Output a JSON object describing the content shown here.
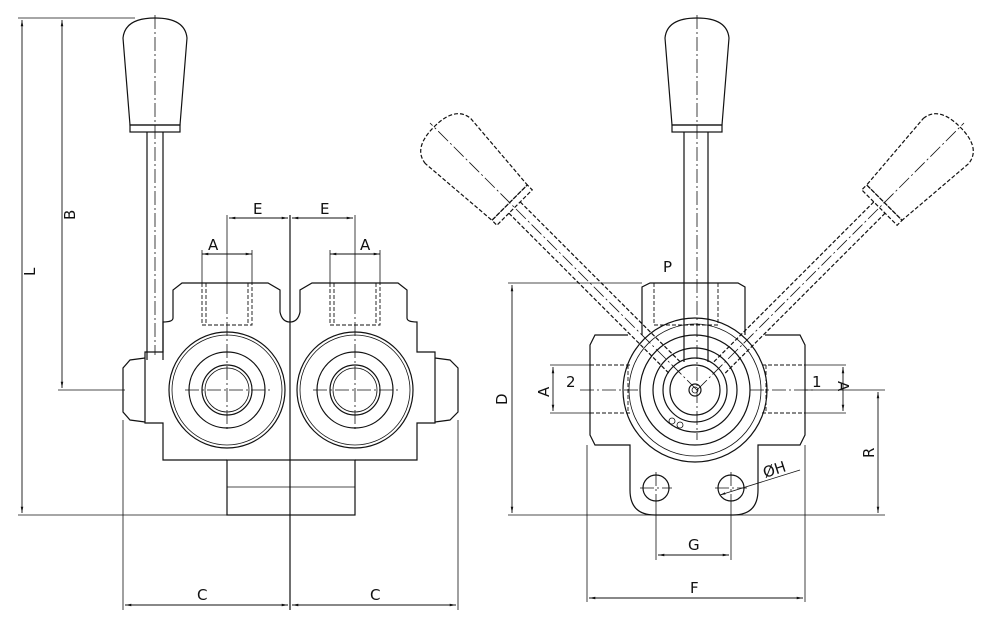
{
  "title": "3-way ball valve dimension drawing",
  "labels": {
    "L": "L",
    "B": "B",
    "E_left": "E",
    "E_right": "E",
    "A_left_top": "A",
    "A_right_top": "A",
    "C_left": "C",
    "C_right": "C",
    "P": "P",
    "D": "D",
    "A_side_left": "A",
    "port_2": "2",
    "port_1": "1",
    "A_side_right": "A",
    "R": "R",
    "H": "ØH",
    "G": "G",
    "F": "F"
  }
}
